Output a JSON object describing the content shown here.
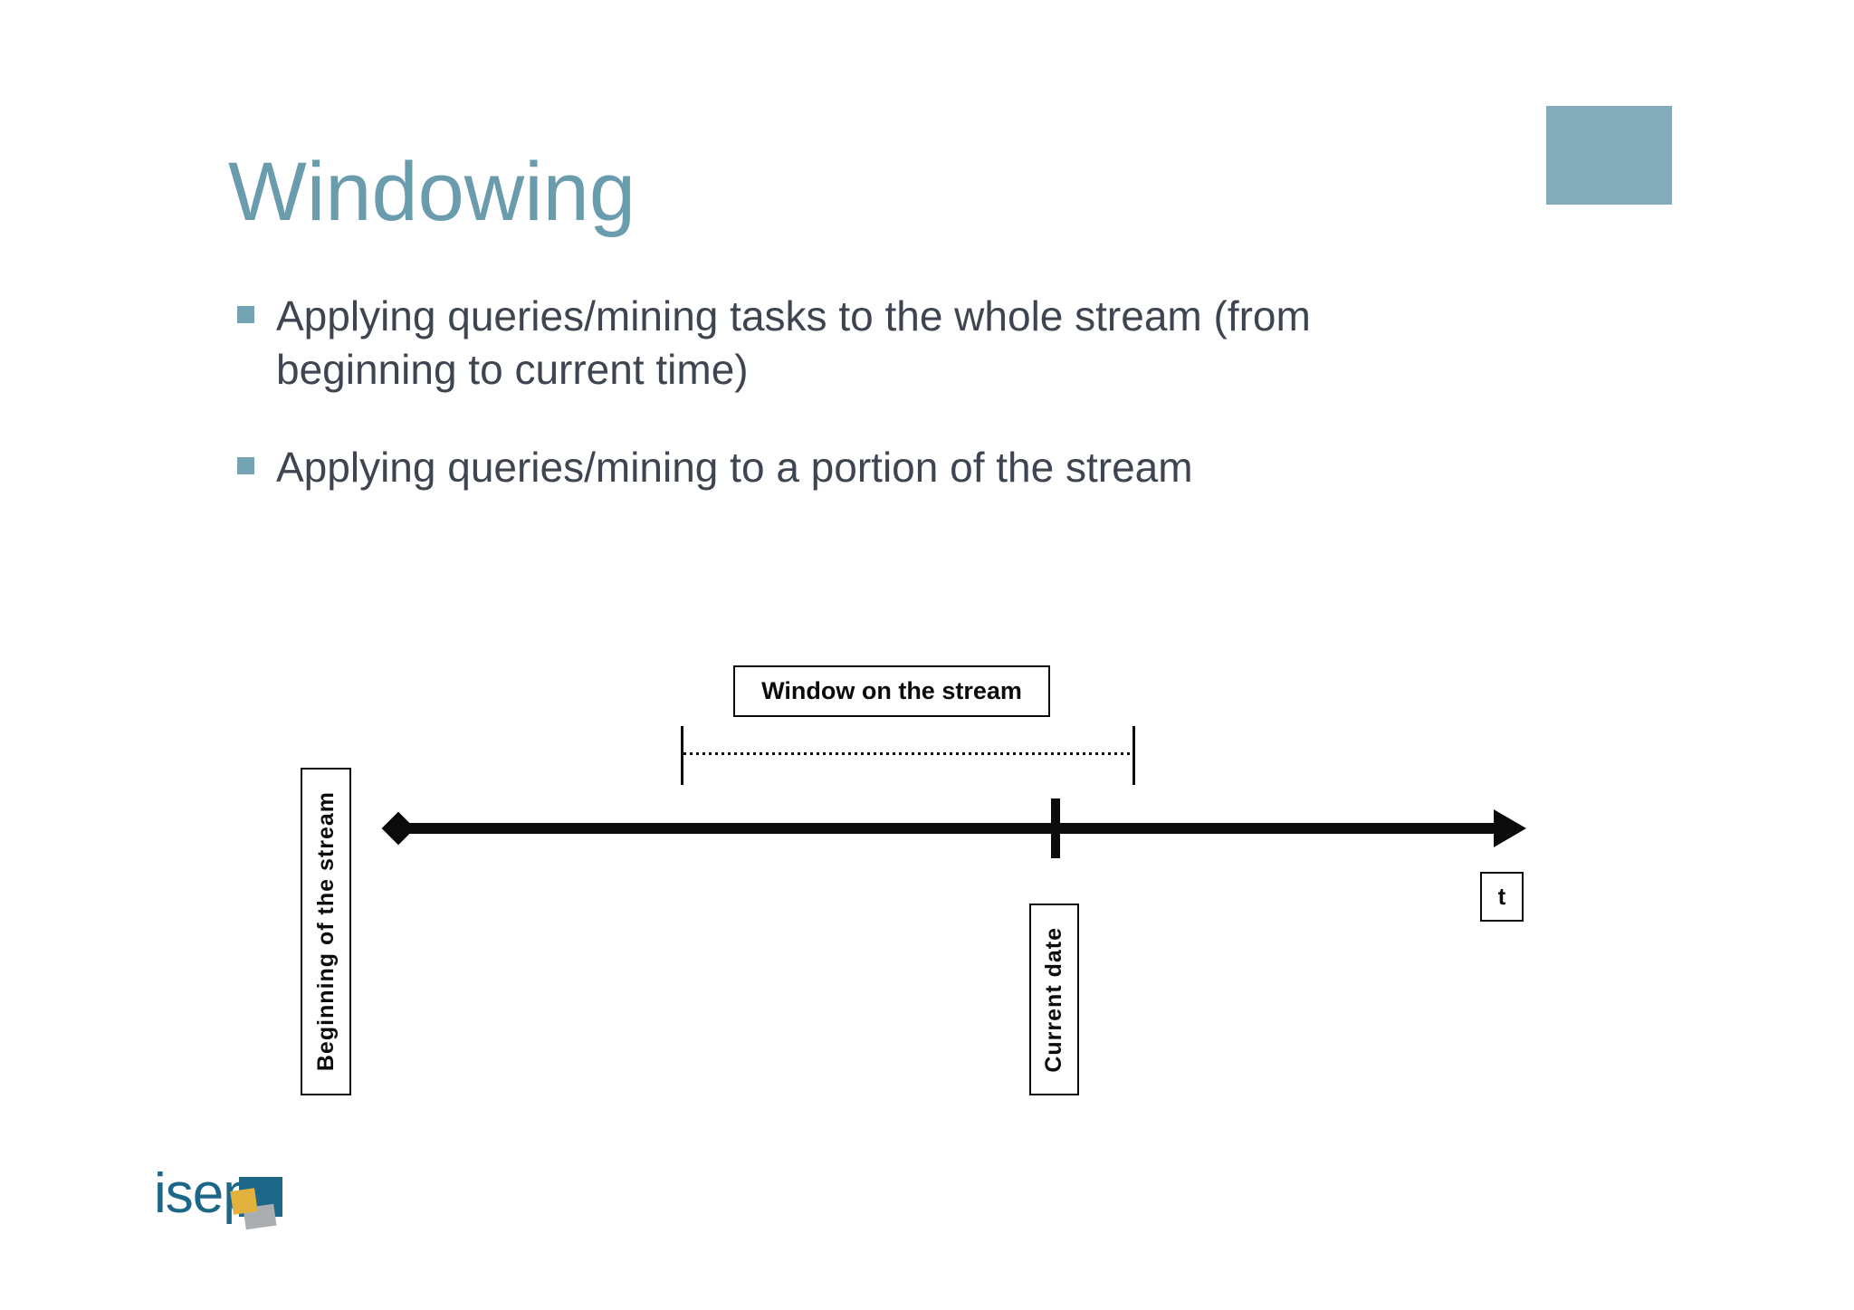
{
  "slide": {
    "title": "Windowing",
    "bullets": [
      {
        "text": "Applying queries/mining tasks to the whole stream (from\nbeginning to current time)"
      },
      {
        "text": "Applying queries/mining to a portion of the stream"
      }
    ]
  },
  "diagram": {
    "window_label": "Window on the stream",
    "beginning_label": "Beginning of the stream",
    "current_date_label": "Current date",
    "t_label": "t"
  },
  "logo": {
    "text": "isep"
  },
  "colors": {
    "title": "#6a9cae",
    "accent-square": "#84abba",
    "bullet-marker": "#74a3b3",
    "body-text": "#3f4550",
    "diagram-ink": "#0b0b0b",
    "logo-teal": "#1c6787",
    "logo-yellow": "#e2b13c",
    "logo-gray": "#abaeb0"
  }
}
